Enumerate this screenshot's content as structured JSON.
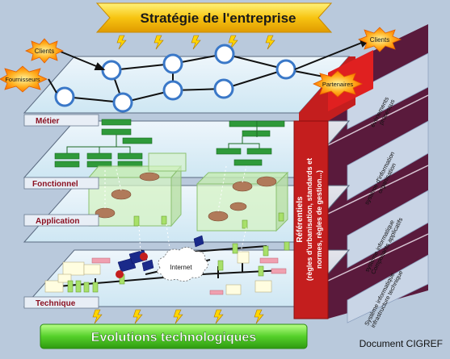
{
  "banner_top": "Stratégie de l'entreprise",
  "banner_bottom": "Evolutions technologiques",
  "credit": "Document CIGREF",
  "layers": [
    "Métier",
    "Fonctionnel",
    "Application",
    "Technique"
  ],
  "actors": {
    "clients_left": "Clients",
    "fournisseurs": "Fournisseurs",
    "clients_right": "Clients",
    "partenaires": "Partenaires"
  },
  "referentiels": [
    "Référentiels",
    "(règles d'urbanisation, standards et",
    "normes, règles de gestion...)"
  ],
  "side_labels": [
    [
      "événements",
      "processus"
    ],
    [
      "système d'information",
      "organisation"
    ],
    [
      "système informatique",
      "Composants applicatifs"
    ],
    [
      "Système informatique",
      "infrastructure technique"
    ]
  ],
  "internet": "Internet",
  "colors": {
    "background": "#b9c9dc",
    "banner_top": "#f7c411",
    "banner_bottom": "#55d02a",
    "layer_label": "#8a1020",
    "referentiels_red": "#c41e1e",
    "side_dark": "#5a1a3c",
    "process_blue": "#3a78c8"
  }
}
